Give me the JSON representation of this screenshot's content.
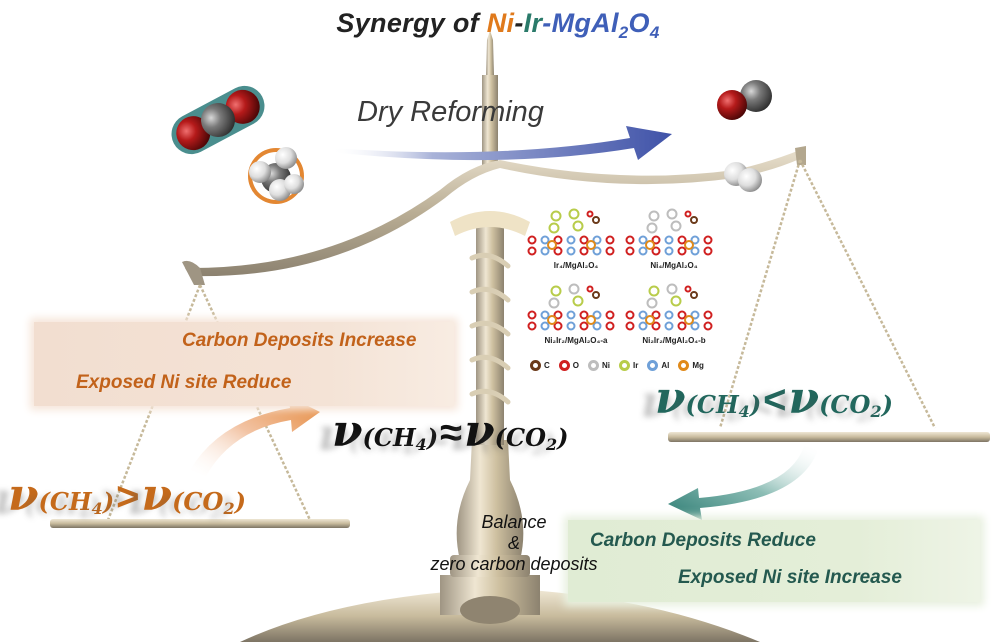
{
  "title": {
    "prefix": "Synergy of ",
    "ni": "Ni",
    "dash1": "-",
    "ir": "Ir",
    "dash2": "-",
    "support_main": "MgAl",
    "sub1": "2",
    "o": "O",
    "sub2": "4",
    "colors": {
      "text": "#222222",
      "ni": "#e07a1c",
      "ir": "#2a7a6a",
      "support": "#3f5fb8"
    }
  },
  "process": {
    "label": "Dry Reforming",
    "arrow_color": "#3f52a8"
  },
  "reactants": [
    {
      "name": "CO2 molecule",
      "outline_color": "#2a7a7a"
    },
    {
      "name": "CH4 molecule",
      "outline_color": "#e07a1c"
    }
  ],
  "products": [
    {
      "name": "CO molecule"
    },
    {
      "name": "H2 molecule"
    }
  ],
  "left_box": {
    "line1": "Carbon Deposits Increase",
    "line2": "Exposed Ni site Reduce"
  },
  "right_box": {
    "line1": "Carbon Deposits Reduce",
    "line2": "Exposed Ni site Increase"
  },
  "equations": {
    "left": {
      "nu": "ν",
      "a": "(CH",
      "a_sub": "4",
      "a_end": ")",
      "op": ">",
      "b": "(CO",
      "b_sub": "2",
      "b_end": ")"
    },
    "center": {
      "nu": "ν",
      "a": "(CH",
      "a_sub": "4",
      "a_end": ")",
      "op": "≈",
      "b": "(CO",
      "b_sub": "2",
      "b_end": ")"
    },
    "right": {
      "nu": "ν",
      "a": "(CH",
      "a_sub": "4",
      "a_end": ")",
      "op": "<",
      "b": "(CO",
      "b_sub": "2",
      "b_end": ")"
    }
  },
  "balance_text": {
    "line1": "Balance",
    "line2": "&",
    "line3": "zero carbon deposits"
  },
  "structures": [
    {
      "label": "Ir₄/MgAl₂O₄",
      "cluster": "ir"
    },
    {
      "label": "Ni₄/MgAl₂O₄",
      "cluster": "ni"
    },
    {
      "label": "Ni₂Ir₂/MgAl₂O₄-a",
      "cluster": "mix-a"
    },
    {
      "label": "Ni₂Ir₂/MgAl₂O₄-b",
      "cluster": "mix-b"
    }
  ],
  "legend": [
    {
      "label": "C",
      "color": "#6b3a1a"
    },
    {
      "label": "O",
      "color": "#d02020"
    },
    {
      "label": "Ni",
      "color": "#bdbdbd"
    },
    {
      "label": "Ir",
      "color": "#b8cc4a"
    },
    {
      "label": "Al",
      "color": "#6fa0d8"
    },
    {
      "label": "Mg",
      "color": "#e08a1a"
    }
  ],
  "arrows": {
    "left_up_color": "#e5883a",
    "right_down_color": "#2e7d74"
  }
}
